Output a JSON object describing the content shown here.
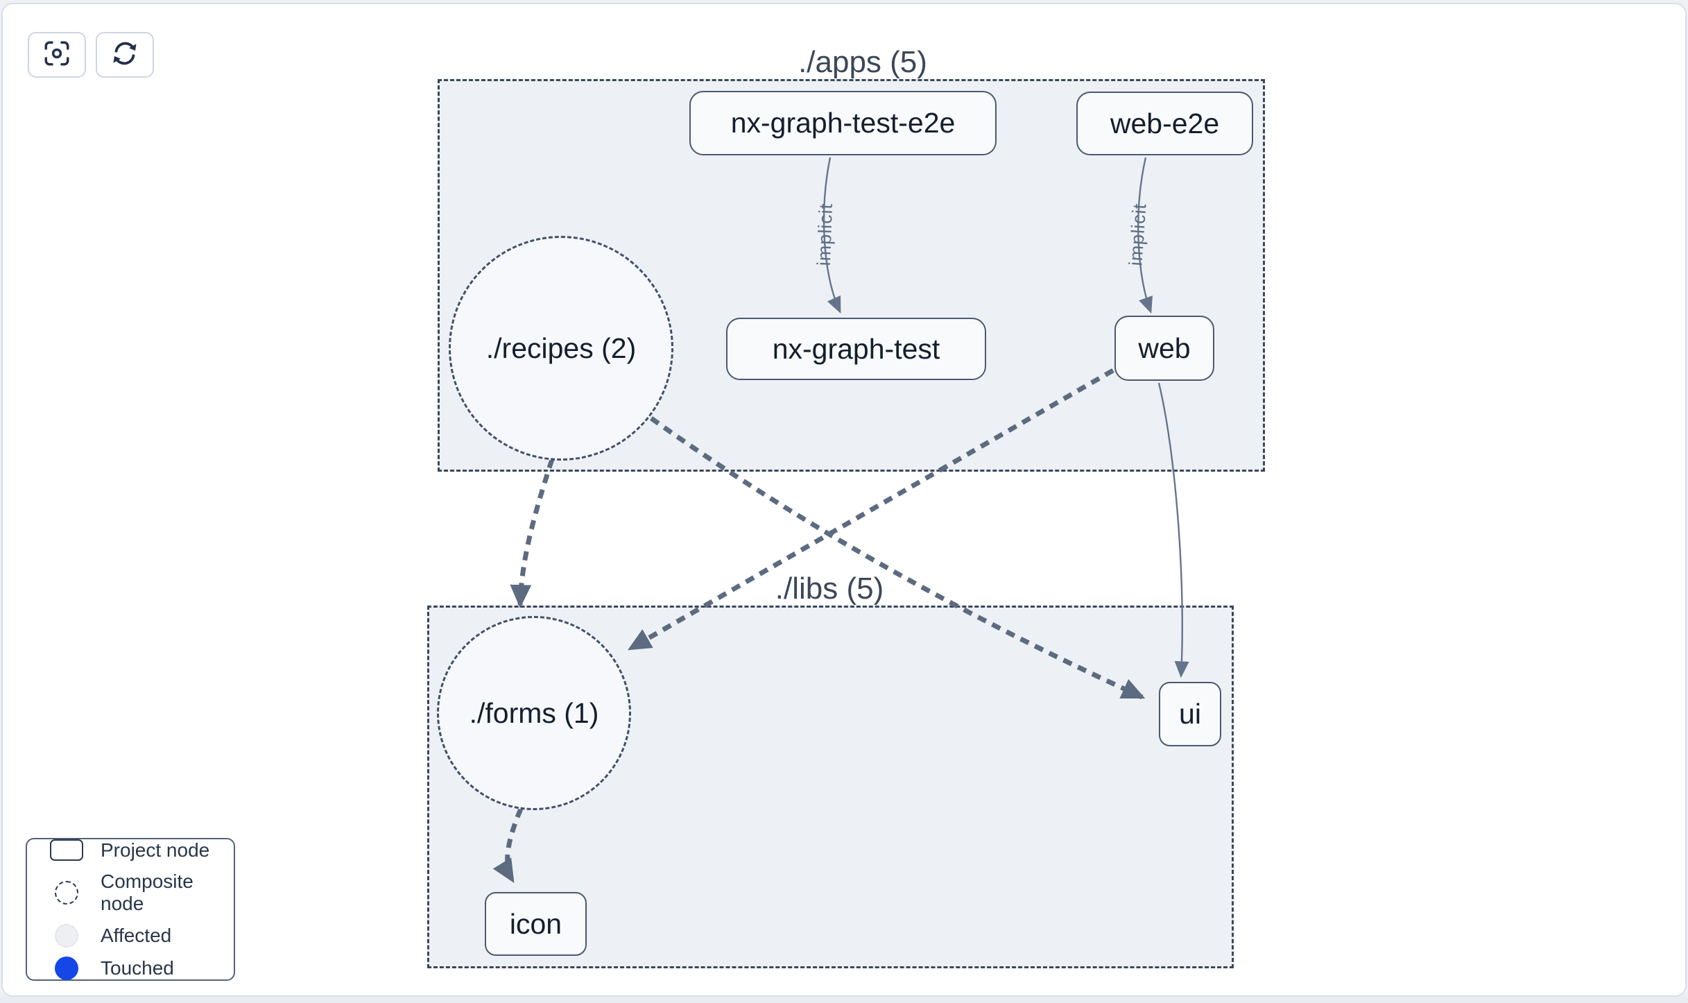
{
  "toolbar": {
    "buttons": [
      {
        "id": "focus",
        "icon": "focus-target-icon"
      },
      {
        "id": "refresh",
        "icon": "refresh-icon"
      }
    ]
  },
  "graph": {
    "clusters": [
      {
        "id": "apps",
        "label": "./apps (5)"
      },
      {
        "id": "libs",
        "label": "./libs (5)"
      }
    ],
    "nodes": [
      {
        "id": "nx-graph-test-e2e",
        "label": "nx-graph-test-e2e",
        "type": "project",
        "cluster": "apps"
      },
      {
        "id": "web-e2e",
        "label": "web-e2e",
        "type": "project",
        "cluster": "apps"
      },
      {
        "id": "recipes",
        "label": "./recipes (2)",
        "type": "composite",
        "cluster": "apps"
      },
      {
        "id": "nx-graph-test",
        "label": "nx-graph-test",
        "type": "project",
        "cluster": "apps"
      },
      {
        "id": "web",
        "label": "web",
        "type": "project",
        "cluster": "apps"
      },
      {
        "id": "forms",
        "label": "./forms (1)",
        "type": "composite",
        "cluster": "libs"
      },
      {
        "id": "ui",
        "label": "ui",
        "type": "project",
        "cluster": "libs"
      },
      {
        "id": "icon",
        "label": "icon",
        "type": "project",
        "cluster": "libs"
      }
    ],
    "edges": [
      {
        "source": "nx-graph-test-e2e",
        "target": "nx-graph-test",
        "type": "implicit"
      },
      {
        "source": "web-e2e",
        "target": "web",
        "type": "implicit"
      },
      {
        "source": "recipes",
        "target": "forms",
        "type": "dependency"
      },
      {
        "source": "recipes",
        "target": "ui",
        "type": "dependency"
      },
      {
        "source": "web",
        "target": "forms",
        "type": "dependency"
      },
      {
        "source": "web",
        "target": "ui",
        "type": "dependency"
      },
      {
        "source": "forms",
        "target": "icon",
        "type": "dependency"
      }
    ],
    "edge_labels": {
      "implicit": "implicit"
    }
  },
  "legend": {
    "items": [
      {
        "label": "Project node",
        "swatch": "project-node-swatch"
      },
      {
        "label": "Composite node",
        "swatch": "composite-node-swatch"
      },
      {
        "label": "Affected",
        "swatch": "affected-swatch"
      },
      {
        "label": "Touched",
        "swatch": "touched-swatch"
      }
    ]
  },
  "colors": {
    "touched": "#1447e6",
    "affected": "#edeff3",
    "cluster_fill": "#edf1f6",
    "edge": "#5c6b80",
    "node_border": "#4b5870"
  }
}
